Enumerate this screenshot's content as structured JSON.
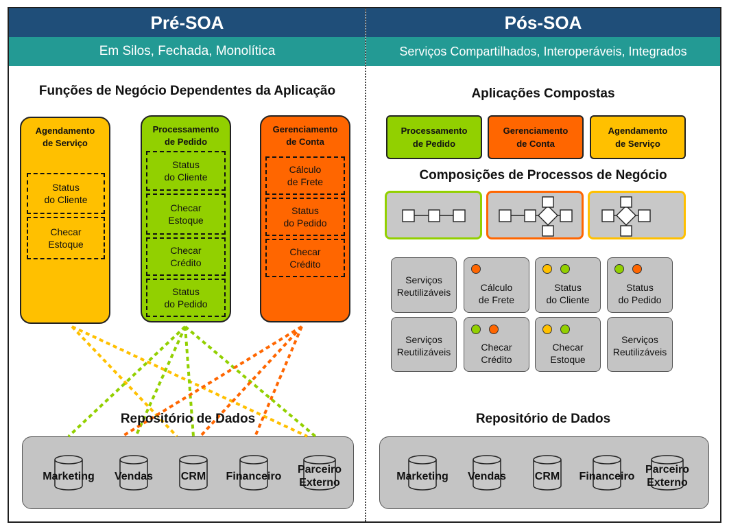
{
  "headers": {
    "left_title": "Pré-SOA",
    "right_title": "Pós-SOA",
    "left_subtitle": "Em Silos, Fechada, Monolítica",
    "right_subtitle": "Serviços Compartilhados, Interoperáveis, Integrados"
  },
  "colors": {
    "header": "#1f4e79",
    "subheader": "#239a94",
    "yellow": "#ffc000",
    "green": "#92d000",
    "orange": "#ff6600",
    "gray_box": "#c4c4c4"
  },
  "pre_soa": {
    "section_title": "Funções de Negócio Dependentes da Aplicação",
    "pillars": [
      {
        "title_line1": "Agendamento",
        "title_line2": "de Serviço",
        "items": [
          {
            "l1": "Status",
            "l2": "do Cliente"
          },
          {
            "l1": "Checar",
            "l2": "Estoque"
          }
        ]
      },
      {
        "title_line1": "Processamento",
        "title_line2": "de Pedido",
        "items": [
          {
            "l1": "Status",
            "l2": "do Cliente"
          },
          {
            "l1": "Checar",
            "l2": "Estoque"
          },
          {
            "l1": "Checar",
            "l2": "Crédito"
          },
          {
            "l1": "Status",
            "l2": "do Pedido"
          }
        ]
      },
      {
        "title_line1": "Gerenciamento",
        "title_line2": "de Conta",
        "items": [
          {
            "l1": "Cálculo",
            "l2": "de Frete"
          },
          {
            "l1": "Status",
            "l2": "do Pedido"
          },
          {
            "l1": "Checar",
            "l2": "Crédito"
          }
        ]
      }
    ],
    "repository_title": "Repositório de Dados",
    "databases": [
      {
        "l1": "Marketing",
        "l2": ""
      },
      {
        "l1": "Vendas",
        "l2": ""
      },
      {
        "l1": "CRM",
        "l2": ""
      },
      {
        "l1": "Financeiro",
        "l2": ""
      },
      {
        "l1": "Parceiro",
        "l2": "Externo"
      }
    ]
  },
  "pos_soa": {
    "apps_title": "Aplicações Compostas",
    "apps": [
      {
        "l1": "Processamento",
        "l2": "de Pedido"
      },
      {
        "l1": "Gerenciamento",
        "l2": "de Conta"
      },
      {
        "l1": "Agendamento",
        "l2": "de Serviço"
      }
    ],
    "process_title": "Composições de Processos de Negócio",
    "services": [
      {
        "l1": "Serviços",
        "l2": "Reutilizáveis",
        "dots": []
      },
      {
        "l1": "Cálculo",
        "l2": "de Frete",
        "dots": [
          "orange"
        ]
      },
      {
        "l1": "Status",
        "l2": "do Cliente",
        "dots": [
          "yellow",
          "green"
        ]
      },
      {
        "l1": "Status",
        "l2": "do Pedido",
        "dots": [
          "green",
          "orange"
        ]
      },
      {
        "l1": "Serviços",
        "l2": "Reutilizáveis",
        "dots": []
      },
      {
        "l1": "Checar",
        "l2": "Crédito",
        "dots": [
          "green",
          "orange"
        ]
      },
      {
        "l1": "Checar",
        "l2": "Estoque",
        "dots": [
          "yellow",
          "green"
        ]
      },
      {
        "l1": "Serviços",
        "l2": "Reutilizáveis",
        "dots": []
      }
    ],
    "repository_title": "Repositório de Dados",
    "databases": [
      {
        "l1": "Marketing",
        "l2": ""
      },
      {
        "l1": "Vendas",
        "l2": ""
      },
      {
        "l1": "CRM",
        "l2": ""
      },
      {
        "l1": "Financeiro",
        "l2": ""
      },
      {
        "l1": "Parceiro",
        "l2": "Externo"
      }
    ]
  }
}
